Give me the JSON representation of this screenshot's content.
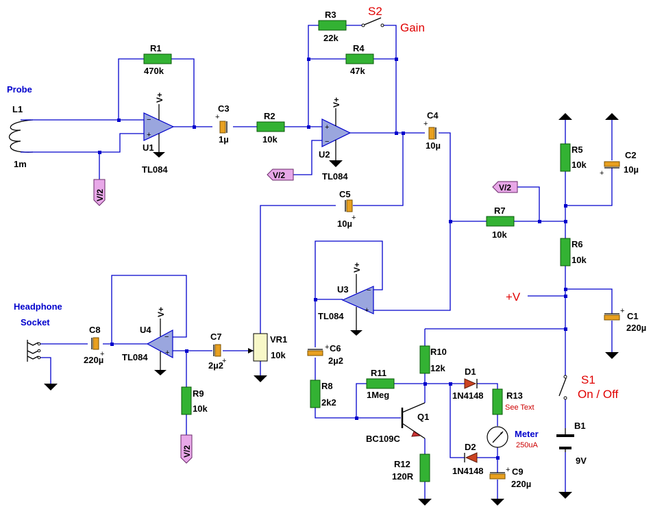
{
  "labels": {
    "probe": "Probe",
    "headphone_line1": "Headphone",
    "headphone_line2": "Socket",
    "meter": "Meter",
    "meter_rating": "250uA",
    "gain": "Gain",
    "s2": "S2",
    "s1": "S1",
    "on_off": "On / Off",
    "plus_v": "+V",
    "see_text": "See Text",
    "vplus": "V+",
    "v_half": "V/2"
  },
  "components": {
    "L1": {
      "ref": "L1",
      "value": "1m"
    },
    "R1": {
      "ref": "R1",
      "value": "470k"
    },
    "R2": {
      "ref": "R2",
      "value": "10k"
    },
    "R3": {
      "ref": "R3",
      "value": "22k"
    },
    "R4": {
      "ref": "R4",
      "value": "47k"
    },
    "R5": {
      "ref": "R5",
      "value": "10k"
    },
    "R6": {
      "ref": "R6",
      "value": "10k"
    },
    "R7": {
      "ref": "R7",
      "value": "10k"
    },
    "R8": {
      "ref": "R8",
      "value": "2k2"
    },
    "R9": {
      "ref": "R9",
      "value": "10k"
    },
    "R10": {
      "ref": "R10",
      "value": "12k"
    },
    "R11": {
      "ref": "R11",
      "value": "1Meg"
    },
    "R12": {
      "ref": "R12",
      "value": "120R"
    },
    "R13": {
      "ref": "R13"
    },
    "C1": {
      "ref": "C1",
      "value": "220µ"
    },
    "C2": {
      "ref": "C2",
      "value": "10µ"
    },
    "C3": {
      "ref": "C3",
      "value": "1µ"
    },
    "C4": {
      "ref": "C4",
      "value": "10µ"
    },
    "C5": {
      "ref": "C5",
      "value": "10µ"
    },
    "C6": {
      "ref": "C6",
      "value": "2µ2"
    },
    "C7": {
      "ref": "C7",
      "value": "2µ2"
    },
    "C8": {
      "ref": "C8",
      "value": "220µ"
    },
    "C9": {
      "ref": "C9",
      "value": "220µ"
    },
    "U1": {
      "ref": "U1",
      "value": "TL084"
    },
    "U2": {
      "ref": "U2",
      "value": "TL084"
    },
    "U3": {
      "ref": "U3",
      "value": "TL084"
    },
    "U4": {
      "ref": "U4",
      "value": "TL084"
    },
    "Q1": {
      "ref": "Q1",
      "value": "BC109C"
    },
    "D1": {
      "ref": "D1",
      "value": "1N4148"
    },
    "D2": {
      "ref": "D2",
      "value": "1N4148"
    },
    "VR1": {
      "ref": "VR1",
      "value": "10k"
    },
    "B1": {
      "ref": "B1",
      "value": "9V"
    }
  },
  "colors": {
    "wire": "#0000cc",
    "resistor": "#33b233",
    "capacitor": "#e8a020",
    "opamp": "#9aa6de",
    "flag": "#e8a8e8",
    "annotation": "#e00000"
  }
}
